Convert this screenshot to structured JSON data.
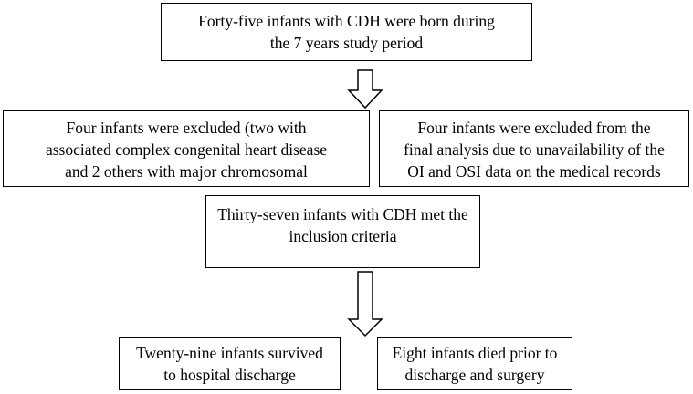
{
  "flowchart": {
    "top_box": {
      "lines": [
        "Forty-five infants with CDH were born during",
        "the 7 years study period"
      ]
    },
    "exclusion_left_box": {
      "lines": [
        "Four infants were excluded (two with",
        "associated complex congenital heart disease",
        "and 2 others with major chromosomal"
      ]
    },
    "exclusion_right_box": {
      "lines": [
        "Four infants were excluded from the",
        "final analysis due to unavailability of the",
        "OI and OSI data on the medical records"
      ]
    },
    "inclusion_box": {
      "lines": [
        "Thirty-seven infants with CDH met the",
        "inclusion criteria"
      ]
    },
    "survived_box": {
      "lines": [
        "Twenty-nine infants survived",
        "to hospital discharge"
      ]
    },
    "died_box": {
      "lines": [
        "Eight infants died prior to",
        "discharge and surgery"
      ]
    }
  },
  "colors": {
    "stroke": "#000000",
    "background": "#ffffff"
  }
}
